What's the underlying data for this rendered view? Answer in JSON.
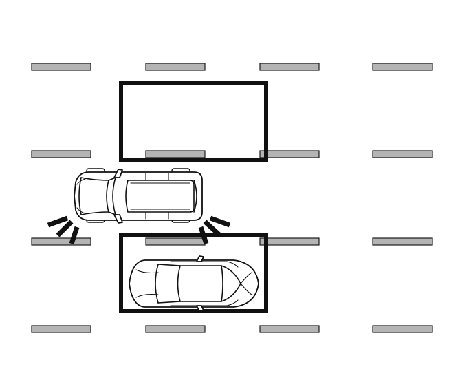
{
  "scene": {
    "description_labels": [],
    "lanes": {
      "rows": 4,
      "columns": 4
    },
    "parking_spaces": [
      {
        "id": "target",
        "occupied": false
      },
      {
        "id": "lower",
        "occupied": true
      }
    ],
    "vehicles": [
      {
        "id": "suv",
        "type": "minivan",
        "state": "maneuvering",
        "sensors": "active"
      },
      {
        "id": "sedan",
        "type": "sedan",
        "state": "parked"
      }
    ],
    "colors": {
      "dash_fill": "#b4b4b4",
      "outline": "#111111",
      "background": "#ffffff"
    }
  }
}
